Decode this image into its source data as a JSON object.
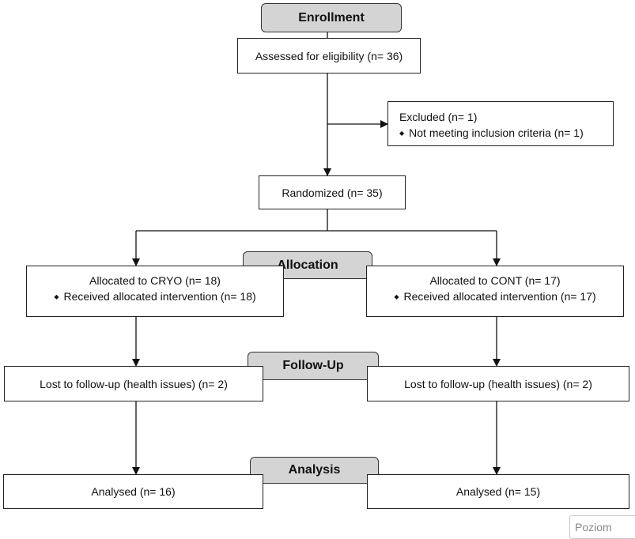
{
  "stages": {
    "enrollment": "Enrollment",
    "allocation": "Allocation",
    "follow_up": "Follow-Up",
    "analysis": "Analysis"
  },
  "assessed": "Assessed for eligibility (n= 36)",
  "excluded": {
    "title": "Excluded  (n= 1)",
    "reason": "Not meeting inclusion criteria (n= 1)"
  },
  "randomized": "Randomized (n= 35)",
  "allocation": {
    "left": {
      "title": "Allocated to CRYO (n= 18)",
      "detail": "Received allocated intervention (n= 18)"
    },
    "right": {
      "title": "Allocated to CONT (n= 17)",
      "detail": "Received allocated intervention (n= 17)"
    }
  },
  "follow_up": {
    "left": "Lost to follow-up (health issues) (n= 2)",
    "right": "Lost to follow-up (health issues) (n= 2)"
  },
  "analysis": {
    "left": "Analysed  (n= 16)",
    "right": "Analysed  (n= 15)"
  },
  "corner_text": "Poziom"
}
